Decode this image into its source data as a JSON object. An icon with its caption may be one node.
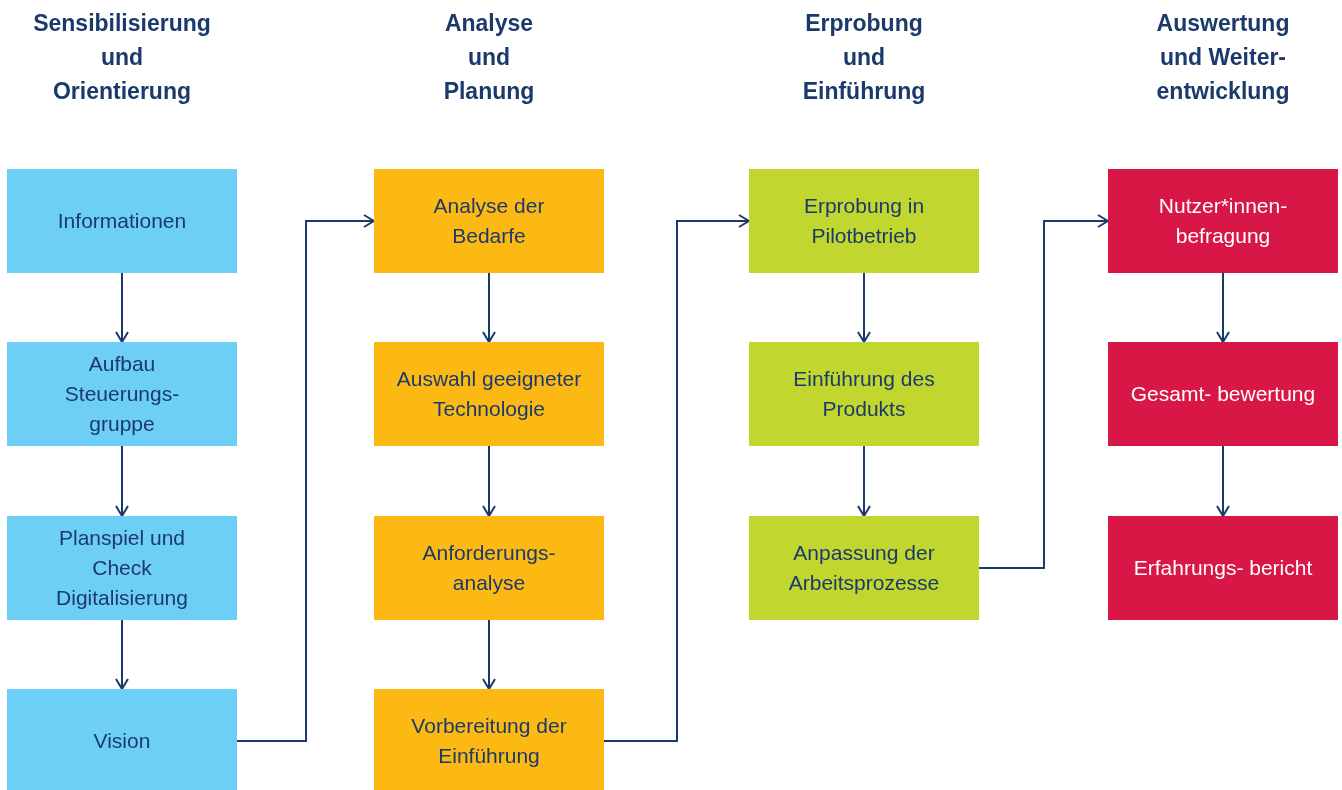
{
  "diagram": {
    "nodes": [
      {
        "text": [
          "Informationen"
        ]
      },
      {
        "text": [
          "Aufbau Steuerungs- gruppe"
        ]
      },
      {
        "text": [
          "Planspiel und Check Digitalisierung"
        ]
      },
      {
        "text": [
          "Vision"
        ]
      },
      {
        "text": [
          "Analyse der Bedarfe"
        ]
      },
      {
        "text": [
          "Auswahl geeigneter Technologie"
        ]
      },
      {
        "text": [
          "Anforderungs- analyse"
        ]
      },
      {
        "text": [
          "Vorbereitung der Einführung"
        ]
      },
      {
        "text": [
          "Erprobung in Pilotbetrieb"
        ]
      },
      {
        "text": [
          "Einführung des Produkts"
        ]
      },
      {
        "text": [
          "Anpassung der Arbeitsprozesse"
        ]
      },
      {
        "text": [
          "Nutzer*innen- befragung"
        ]
      },
      {
        "text": [
          "Gesamt- bewertung"
        ]
      },
      {
        "text": [
          "Erfahrungs- bericht"
        ]
      }
    ],
    "edges": [
      {
        "from": 0,
        "to": 1,
        "arrow": "to"
      },
      {
        "from": 1,
        "to": 2,
        "arrow": "to"
      },
      {
        "from": 2,
        "to": 3,
        "arrow": "to"
      },
      {
        "from": 3,
        "to": 4,
        "arrow": "to"
      },
      {
        "from": 4,
        "to": 5,
        "arrow": "to"
      },
      {
        "from": 5,
        "to": 6,
        "arrow": "to"
      },
      {
        "from": 6,
        "to": 7,
        "arrow": "to"
      },
      {
        "from": 7,
        "to": 8,
        "arrow": "to"
      },
      {
        "from": 8,
        "to": 9,
        "arrow": "to"
      },
      {
        "from": 9,
        "to": 10,
        "arrow": "to"
      },
      {
        "from": 10,
        "to": 11,
        "arrow": "to"
      },
      {
        "from": 11,
        "to": 12,
        "arrow": "to"
      },
      {
        "from": 12,
        "to": 13,
        "arrow": "to"
      }
    ],
    "labels": [
      "Sensibilisierung und Orientierung",
      "Analyse und Planung",
      "Erprobung und Einführung",
      "Auswertung und Weiter- entwicklung"
    ]
  }
}
